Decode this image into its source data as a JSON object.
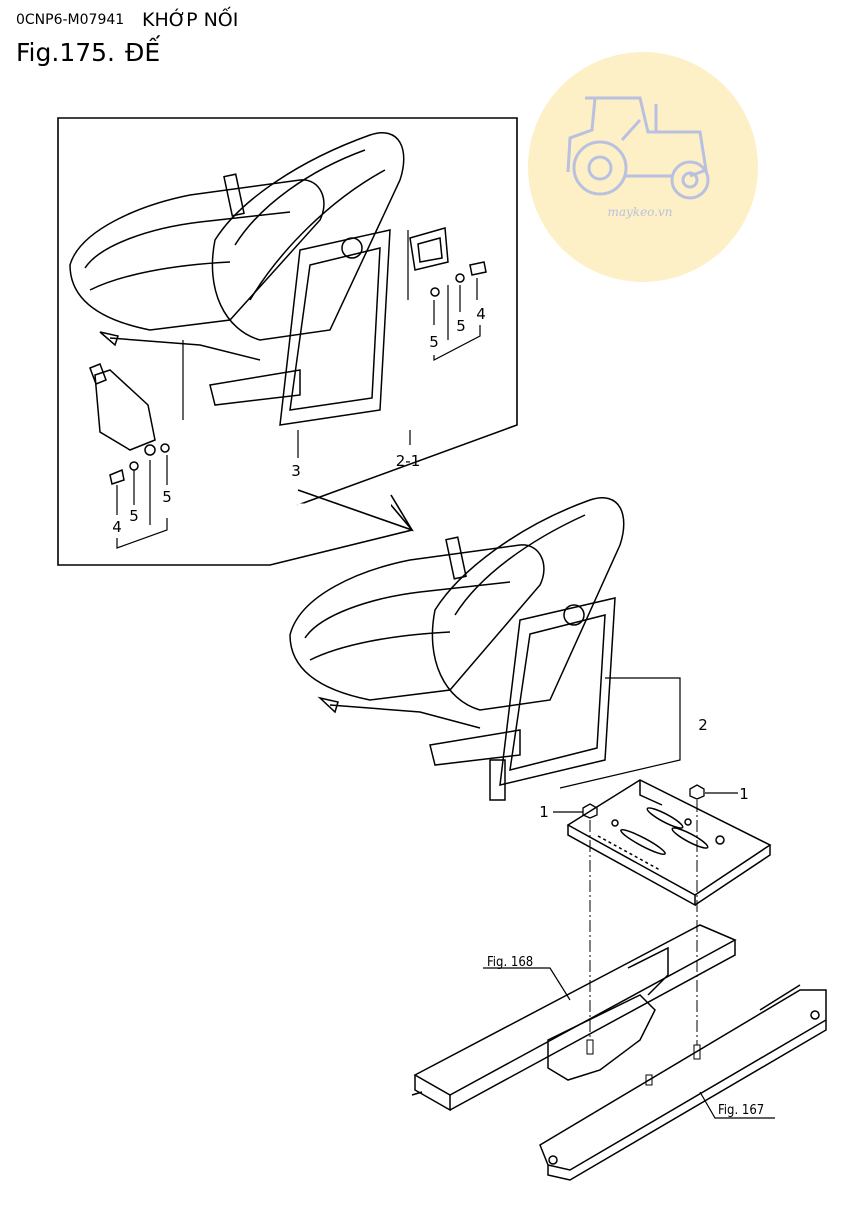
{
  "header": {
    "part_code": "0CNP6-M07941",
    "section_title": "KHỚP NỐI"
  },
  "figure": {
    "number": "Fig.175.",
    "name": "ĐẾ"
  },
  "watermark": {
    "text": "maykeo.vn",
    "icon": "tractor-icon"
  },
  "callouts": {
    "c1a": "1",
    "c1b": "1",
    "c2": "2",
    "c2_1": "2-1",
    "c3": "3",
    "c4a": "4",
    "c4b": "4",
    "c5a": "5",
    "c5b": "5",
    "c5c": "5",
    "c5d": "5"
  },
  "references": {
    "fig168": "Fig. 168",
    "fig167": "Fig. 167"
  }
}
